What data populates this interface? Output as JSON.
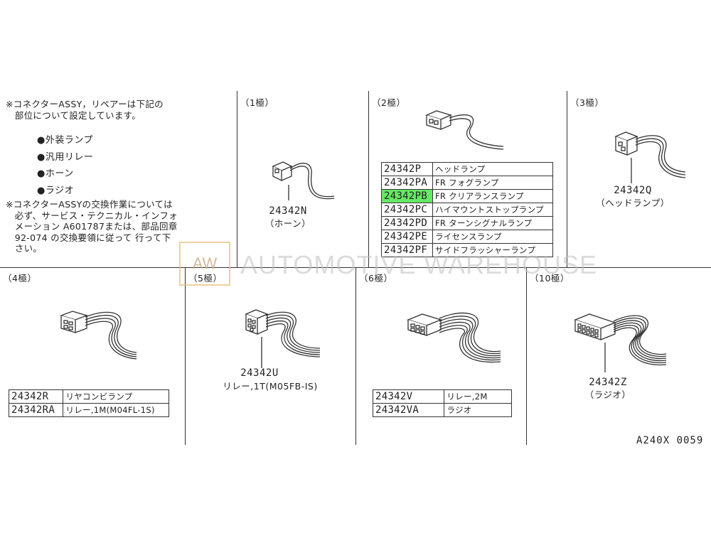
{
  "notes": {
    "note1": [
      "※コネクターASSY，リペアーは下記の",
      "　部位について設定しています。"
    ],
    "bullets": [
      "●外装ランプ",
      "●汎用リレー",
      "●ホーン",
      "●ラジオ"
    ],
    "note2": [
      "※コネクターASSYの交換作業については",
      "　必ず、サービス・テクニカル・インフォ",
      "　メーション A601787または、部品回章",
      "　92-074 の交換要領に従って 行って下",
      "　さい。"
    ]
  },
  "sections": {
    "pole1": {
      "label": "（1極）",
      "part_no": "24342N",
      "part_desc": "（ホーン）"
    },
    "pole2": {
      "label": "（2極）"
    },
    "pole3": {
      "label": "（3極）",
      "part_no": "24342Q",
      "part_desc": "（ヘッドランプ）"
    },
    "pole4": {
      "label": "（4極）"
    },
    "pole5": {
      "label": "（5極）",
      "part_no": "24342U",
      "part_desc": "リレー,1T(M05FB-IS)"
    },
    "pole6": {
      "label": "（6極）"
    },
    "pole10": {
      "label": "（10極）",
      "part_no": "24342Z",
      "part_desc": "（ラジオ）"
    }
  },
  "tables": {
    "pole2": [
      {
        "no": "24342P",
        "desc": "ヘッドランプ"
      },
      {
        "no": "24342PA",
        "desc": "FR フォグランプ"
      },
      {
        "no": "24342PB",
        "desc": "FR クリアランスランプ",
        "highlight": "#66e866"
      },
      {
        "no": "24342PC",
        "desc": "ハイマウントストップランプ"
      },
      {
        "no": "24342PD",
        "desc": "FR ターンシグナルランプ"
      },
      {
        "no": "24342PE",
        "desc": "ライセンスランプ"
      },
      {
        "no": "24342PF",
        "desc": "サイドフラッシャーランプ"
      }
    ],
    "pole4": [
      {
        "no": "24342R",
        "desc": "リヤコンビランプ"
      },
      {
        "no": "24342RA",
        "desc": "リレー,1M(M04FL-1S)"
      }
    ],
    "pole6": [
      {
        "no": "24342V",
        "desc": "リレー,2M"
      },
      {
        "no": "24342VA",
        "desc": "ラジオ"
      }
    ]
  },
  "watermark": {
    "logo": "AW",
    "text": "AUTOMOTIVE WAREHOUSE"
  },
  "reference": "A240X 0059"
}
